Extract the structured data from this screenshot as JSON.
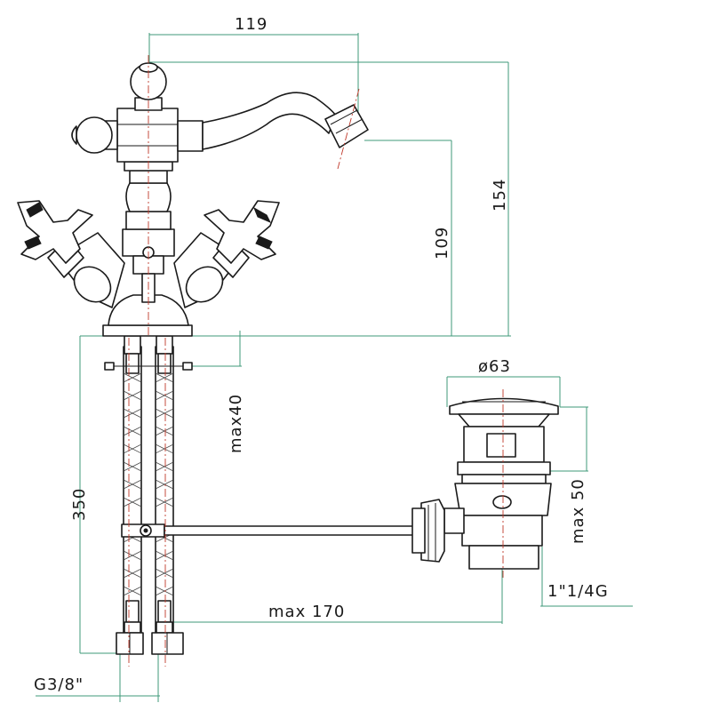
{
  "dimensions": {
    "spout_reach": "119",
    "total_height": "154",
    "spout_height": "109",
    "hose_clearance": "max40",
    "hose_length": "350",
    "waste_diameter": "ø63",
    "waste_stroke": "max 50",
    "waste_thread": "1\"1/4G",
    "rod_length": "max 170",
    "inlet_thread": "G3/8\""
  }
}
